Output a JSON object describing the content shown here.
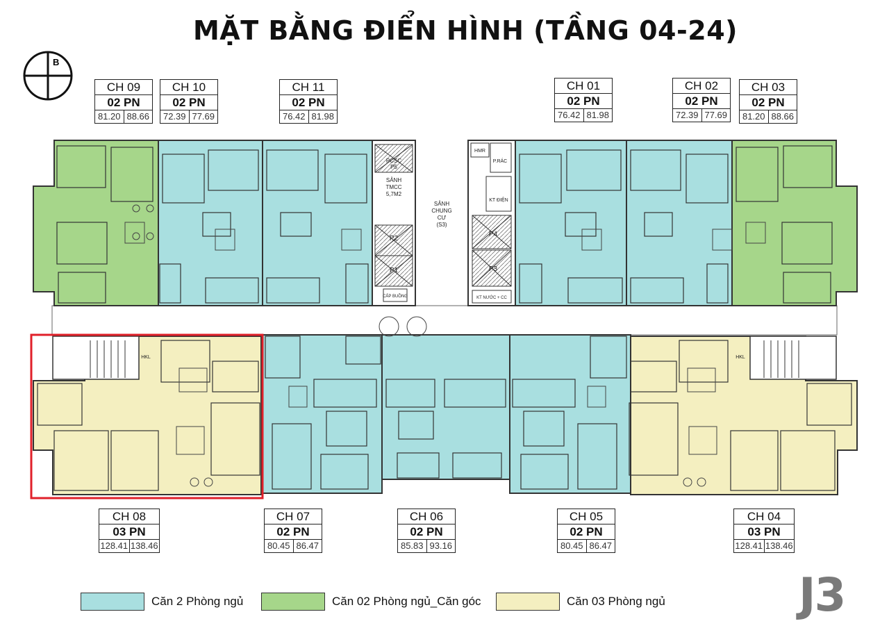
{
  "title": "MẶT BẰNG ĐIỂN HÌNH (TẦNG 04-24)",
  "compass_letter": "B",
  "colors": {
    "two_bedroom": "#a9dfe0",
    "corner_two_bedroom": "#a6d68a",
    "three_bedroom": "#f4efc0",
    "highlight": "#e0202a"
  },
  "apartments_top": [
    {
      "name": "CH 09",
      "rooms": "02 PN",
      "area1": "81.20",
      "area2": "88.66"
    },
    {
      "name": "CH 10",
      "rooms": "02 PN",
      "area1": "72.39",
      "area2": "77.69"
    },
    {
      "name": "CH 11",
      "rooms": "02 PN",
      "area1": "76.42",
      "area2": "81.98"
    },
    {
      "name": "CH 01",
      "rooms": "02 PN",
      "area1": "76.42",
      "area2": "81.98"
    },
    {
      "name": "CH 02",
      "rooms": "02 PN",
      "area1": "72.39",
      "area2": "77.69"
    },
    {
      "name": "CH 03",
      "rooms": "02 PN",
      "area1": "81.20",
      "area2": "88.66"
    }
  ],
  "apartments_bottom": [
    {
      "name": "CH 08",
      "rooms": "03 PN",
      "area1": "128.41",
      "area2": "138.46"
    },
    {
      "name": "CH 07",
      "rooms": "02 PN",
      "area1": "80.45",
      "area2": "86.47"
    },
    {
      "name": "CH 06",
      "rooms": "02 PN",
      "area1": "85.83",
      "area2": "93.16"
    },
    {
      "name": "CH 05",
      "rooms": "02 PN",
      "area1": "80.45",
      "area2": "86.47"
    },
    {
      "name": "CH 04",
      "rooms": "03 PN",
      "area1": "128.41",
      "area2": "138.46"
    }
  ],
  "core_labels": {
    "pcsc": "PCSC",
    "p5": "P5",
    "sanh_tmcc_1": "SẢNH",
    "sanh_tmcc_2": "TMCC",
    "sanh_tmcc_3": "5,7M2",
    "sanh_chung_1": "SẢNH",
    "sanh_chung_2": "CHUNG",
    "sanh_chung_3": "CƯ",
    "sanh_chung_4": "(S3)",
    "p2": "P2",
    "p1": "P1",
    "p4": "P4",
    "p3": "P3",
    "hmr": "HMR",
    "p_rac": "P.RÁC",
    "kt_dien": "KT ĐIỆN",
    "cap_buong": "CẤP BUỒNG",
    "kt_nuoc": "KT NƯỚC + CC",
    "hkl_left": "HKL",
    "hkl_right": "HKL"
  },
  "legend": [
    {
      "label": "Căn 2 Phòng ngủ"
    },
    {
      "label": "Căn 02 Phòng ngủ_Căn góc"
    },
    {
      "label": "Căn 03 Phòng ngủ"
    }
  ],
  "building_code": "J3"
}
